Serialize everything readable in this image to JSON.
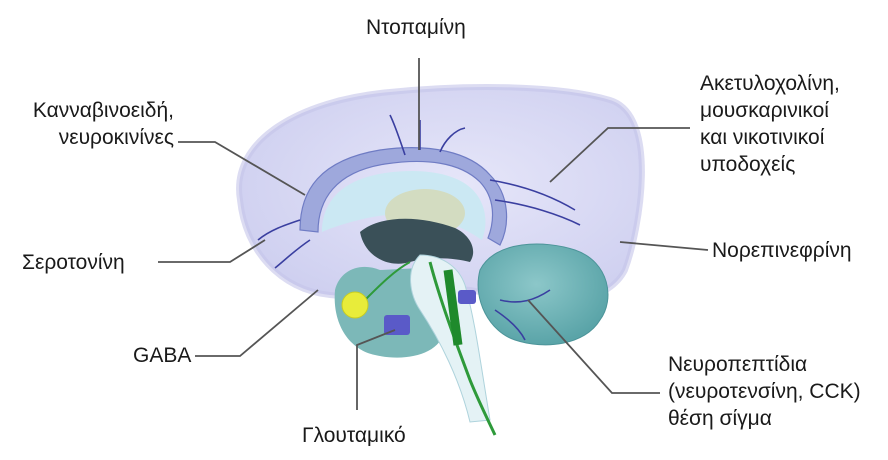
{
  "labels": {
    "dopamine": "Ντοπαμίνη",
    "cannabinoids_line1": "Κανναβινοειδή,",
    "cannabinoids_line2": "νευροκινίνες",
    "acetylcholine_line1": "Ακετυλοχολίνη,",
    "acetylcholine_line2": "μουσκαρινικοί",
    "acetylcholine_line3": "και νικοτινικοί",
    "acetylcholine_line4": "υποδοχείς",
    "serotonin": "Σεροτονίνη",
    "norepinephrine": "Νορεπινεφρίνη",
    "gaba": "GABA",
    "neuropeptides_line1": "Νευροπεπτίδια",
    "neuropeptides_line2": "(νευροτενσίνη, CCK)",
    "neuropeptides_line3": "θέση σίγμα",
    "glutamate": "Γλουταμικό"
  },
  "colors": {
    "cortex_fill": "#dcdcf5",
    "cortex_edge": "#b9b9e6",
    "corpus_callosum": "#9fa8dc",
    "ventricle": "#c9e8f2",
    "thalamus": "#d2dcc3",
    "cerebellum": "#6fb3b6",
    "brainstem": "#e6f3f6",
    "dark_core": "#334a52",
    "green_tract": "#2f9a3a",
    "yellow_nucleus": "#e8ec3a",
    "purple_nucleus": "#5a5acb",
    "pointer_line": "#555555",
    "text": "#1a1a1a"
  }
}
